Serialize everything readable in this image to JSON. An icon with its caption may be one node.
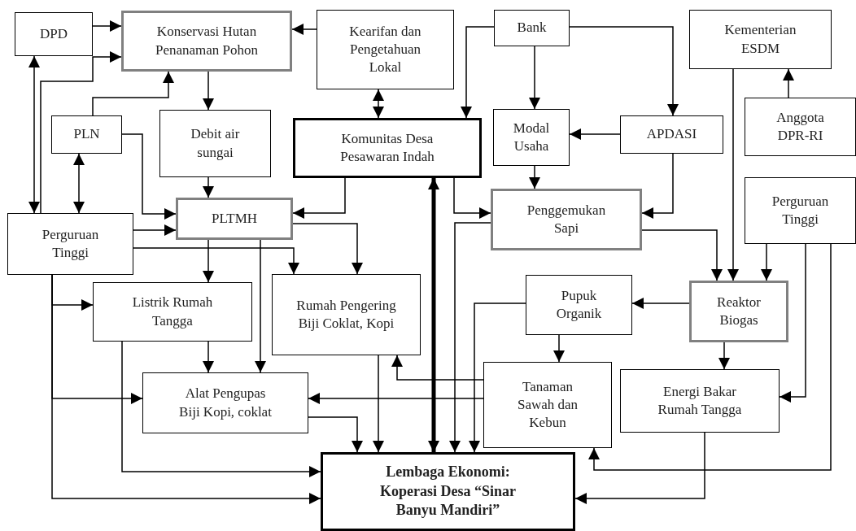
{
  "diagram": {
    "nodes": [
      {
        "text": [
          "DPD"
        ]
      },
      {
        "text": [
          "Konservasi Hutan Penanaman Pohon"
        ]
      },
      {
        "text": [
          "Kearifan dan Pengetahuan Lokal"
        ]
      },
      {
        "text": [
          "Bank"
        ]
      },
      {
        "text": [
          "Kementerian ESDM"
        ]
      },
      {
        "text": [
          "PLN"
        ]
      },
      {
        "text": [
          "Debit air sungai"
        ]
      },
      {
        "text": [
          "Komunitas Desa Pesawaran Indah"
        ]
      },
      {
        "text": [
          "Modal Usaha"
        ]
      },
      {
        "text": [
          "APDASI"
        ]
      },
      {
        "text": [
          "Anggota DPR-RI"
        ]
      },
      {
        "text": [
          "PLTMH"
        ]
      },
      {
        "text": [
          "Perguruan Tinggi"
        ]
      },
      {
        "text": [
          "Penggemukan Sapi"
        ]
      },
      {
        "text": [
          "Perguruan Tinggi"
        ]
      },
      {
        "text": [
          "Listrik Rumah Tangga"
        ]
      },
      {
        "text": [
          "Rumah Pengering Biji Coklat, Kopi"
        ]
      },
      {
        "text": [
          "Pupuk Organik"
        ]
      },
      {
        "text": [
          "Reaktor Biogas"
        ]
      },
      {
        "text": [
          "Alat Pengupas Biji Kopi, coklat"
        ]
      },
      {
        "text": [
          "Tanaman Sawah dan Kebun"
        ]
      },
      {
        "text": [
          "Energi Bakar Rumah Tangga"
        ]
      },
      {
        "text": [
          "Lembaga Ekonomi: Koperasi Desa “Sinar Banyu Mandiri”"
        ]
      }
    ],
    "edges": [
      {
        "from": 0,
        "to": 1,
        "arrow": "to"
      },
      {
        "from": 12,
        "to": 1,
        "arrow": "to"
      },
      {
        "from": 0,
        "to": 12,
        "arrow": "both"
      },
      {
        "from": 5,
        "to": 1,
        "arrow": "to"
      },
      {
        "from": 5,
        "to": 12,
        "arrow": "both"
      },
      {
        "from": 5,
        "to": 11,
        "arrow": "to"
      },
      {
        "from": 12,
        "to": 11,
        "arrow": "to"
      },
      {
        "from": 1,
        "to": 6,
        "arrow": "to"
      },
      {
        "from": 6,
        "to": 11,
        "arrow": "to"
      },
      {
        "from": 2,
        "to": 1,
        "arrow": "to"
      },
      {
        "from": 2,
        "to": 7,
        "arrow": "both"
      },
      {
        "from": 3,
        "to": 7,
        "arrow": "to"
      },
      {
        "from": 3,
        "to": 8,
        "arrow": "to"
      },
      {
        "from": 3,
        "to": 9,
        "arrow": "to"
      },
      {
        "from": 9,
        "to": 8,
        "arrow": "to"
      },
      {
        "from": 9,
        "to": 13,
        "arrow": "to"
      },
      {
        "from": 7,
        "to": 11,
        "arrow": "to"
      },
      {
        "from": 7,
        "to": 13,
        "arrow": "to"
      },
      {
        "from": 8,
        "to": 13,
        "arrow": "to"
      },
      {
        "from": 22,
        "to": 7,
        "arrow": "both",
        "style": "thick"
      },
      {
        "from": 13,
        "to": 22,
        "arrow": "to"
      },
      {
        "from": 17,
        "to": 22,
        "arrow": "to"
      },
      {
        "from": 11,
        "to": 15,
        "arrow": "to"
      },
      {
        "from": 12,
        "to": 16,
        "arrow": "to"
      },
      {
        "from": 11,
        "to": 19,
        "arrow": "to"
      },
      {
        "from": 11,
        "to": 16,
        "arrow": "to"
      },
      {
        "from": 12,
        "to": 15,
        "arrow": "to"
      },
      {
        "from": 12,
        "to": 19,
        "arrow": "to"
      },
      {
        "from": 12,
        "to": 22,
        "arrow": "to"
      },
      {
        "from": 15,
        "to": 19,
        "arrow": "to"
      },
      {
        "from": 15,
        "to": 22,
        "arrow": "to"
      },
      {
        "from": 19,
        "to": 22,
        "arrow": "to"
      },
      {
        "from": 16,
        "to": 22,
        "arrow": "to"
      },
      {
        "from": 20,
        "to": 16,
        "arrow": "to"
      },
      {
        "from": 20,
        "to": 19,
        "arrow": "to"
      },
      {
        "from": 17,
        "to": 20,
        "arrow": "to"
      },
      {
        "from": 18,
        "to": 17,
        "arrow": "to"
      },
      {
        "from": 13,
        "to": 18,
        "arrow": "to"
      },
      {
        "from": 4,
        "to": 18,
        "arrow": "to"
      },
      {
        "from": 10,
        "to": 4,
        "arrow": "to"
      },
      {
        "from": 14,
        "to": 18,
        "arrow": "to"
      },
      {
        "from": 14,
        "to": 21,
        "arrow": "to"
      },
      {
        "from": 14,
        "to": 20,
        "arrow": "to"
      },
      {
        "from": 18,
        "to": 21,
        "arrow": "to"
      },
      {
        "from": 21,
        "to": 22,
        "arrow": "to"
      }
    ]
  }
}
